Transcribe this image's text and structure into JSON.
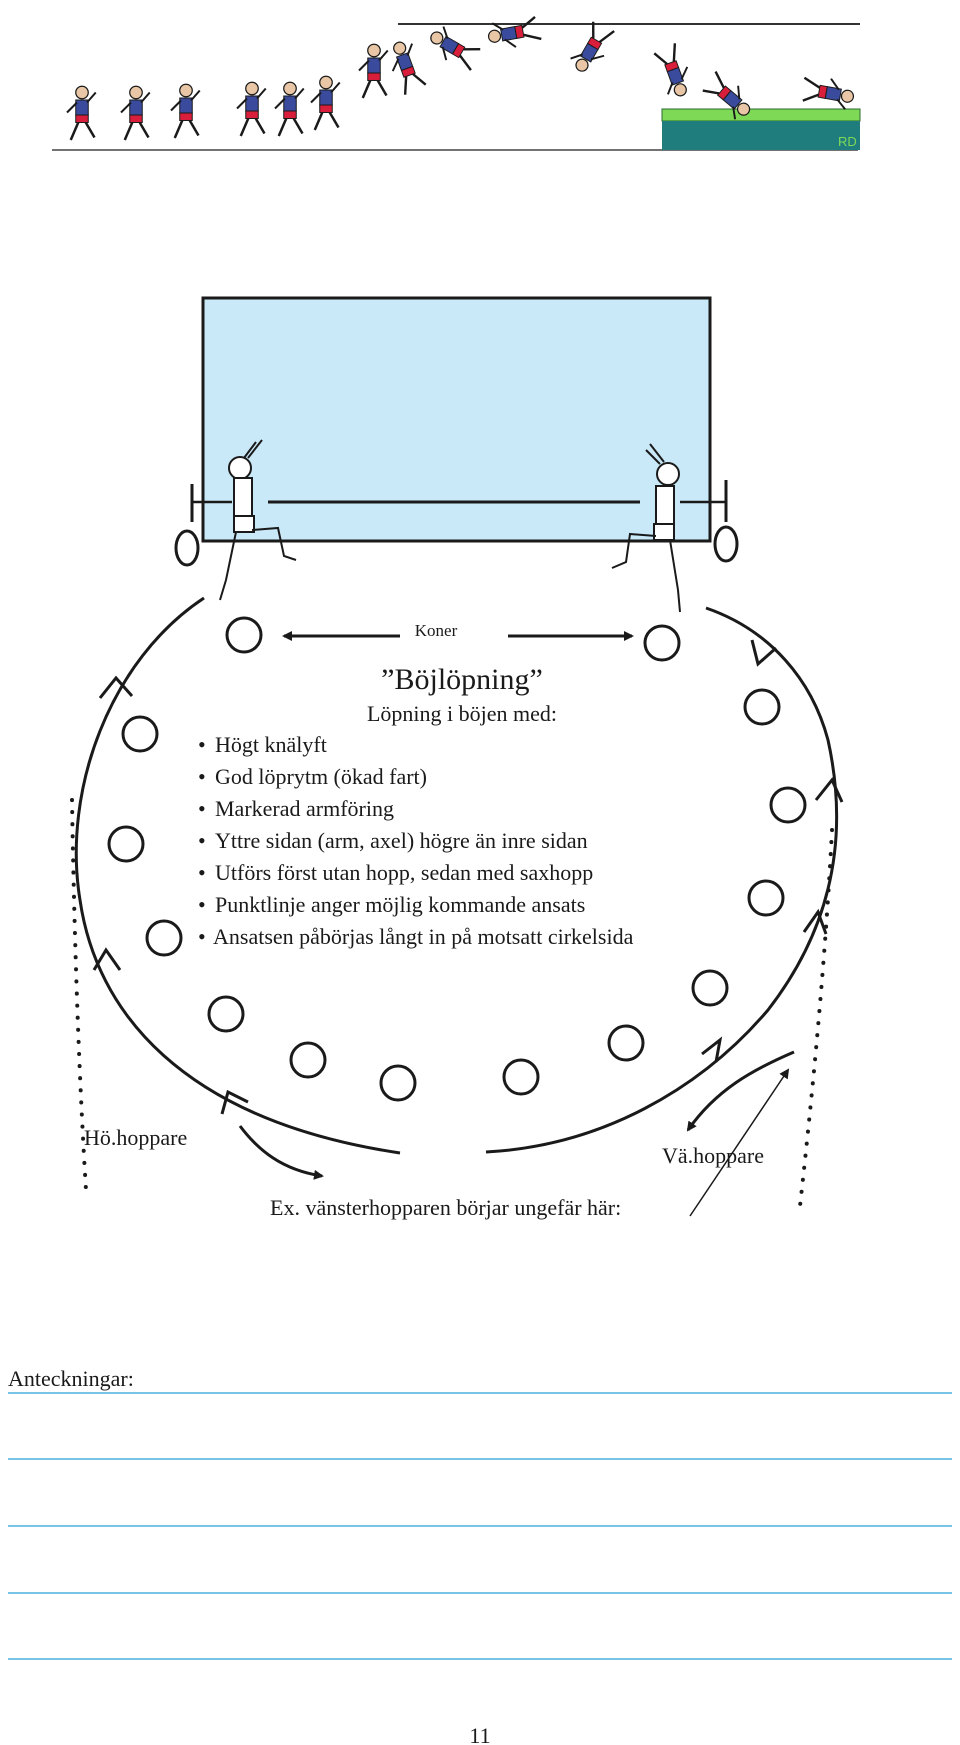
{
  "colors": {
    "mat_top": "#7ed957",
    "mat_body": "#1f7d7d",
    "mat_mark": "#7ed957",
    "landing_area": "#c9e9f8",
    "notes_line": "#4ab0de",
    "ink": "#1a1a1a",
    "shirt": "#3a4a9c",
    "shorts": "#d81e3a"
  },
  "header_image": {
    "mat_mark": "RD"
  },
  "diagram": {
    "cones_label": "Koner",
    "title": "”Böjlöpning”",
    "subtitle": "Löpning i böjen med:",
    "bullet_char": "•",
    "bullets": [
      "Högt knälyft",
      "God löprytm (ökad fart)",
      "Markerad armföring",
      "Yttre sidan (arm, axel) högre än inre sidan",
      "Utförs först utan hopp, sedan med saxhopp",
      "Punktlinje anger möjlig kommande ansats",
      "Ansatsen påbörjas långt in på motsatt cirkelsida"
    ],
    "right_jumper_label": "Hö.hoppare",
    "left_jumper_label": "Vä.hoppare",
    "start_note": "Ex. vänsterhopparen börjar ungefär här:"
  },
  "notes": {
    "label": "Anteckningar:",
    "line_count": 5
  },
  "footer": {
    "page_number": "11"
  }
}
